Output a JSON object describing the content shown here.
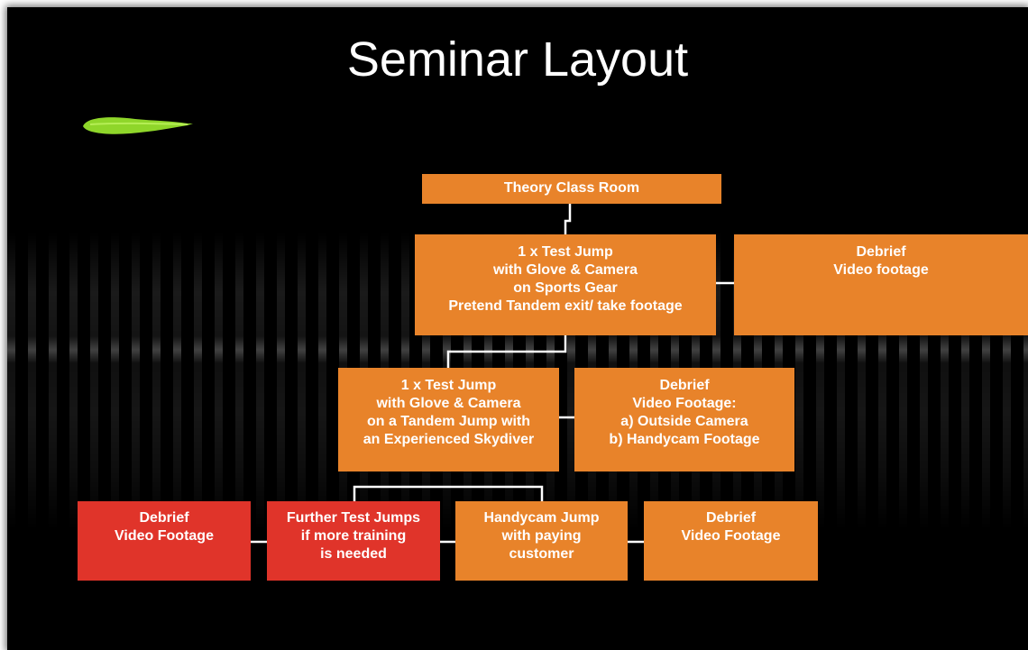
{
  "title": "Seminar Layout",
  "colors": {
    "background": "#000000",
    "orange_box": "#e8832a",
    "red_box": "#e0342a",
    "connector": "#ffffff",
    "leaf_accent": "#8fd62a"
  },
  "icons": {
    "decoration": "green-leaf-icon"
  },
  "nodes": {
    "theory": "Theory Class Room",
    "test_jump_1": "1 x Test Jump\nwith Glove & Camera\non Sports Gear\nPretend Tandem exit/ take footage",
    "debrief_1": "Debrief\nVideo footage",
    "test_jump_2": "1 x Test Jump\nwith Glove & Camera\non a Tandem Jump with\nan Experienced Skydiver",
    "debrief_2": "Debrief\nVideo Footage:\na) Outside Camera\nb) Handycam Footage",
    "debrief_red": "Debrief\nVideo Footage",
    "further_jumps": "Further Test Jumps\nif more training\nis needed",
    "handycam_jump": "Handycam Jump\nwith paying\ncustomer",
    "debrief_final": "Debrief\nVideo Footage"
  }
}
